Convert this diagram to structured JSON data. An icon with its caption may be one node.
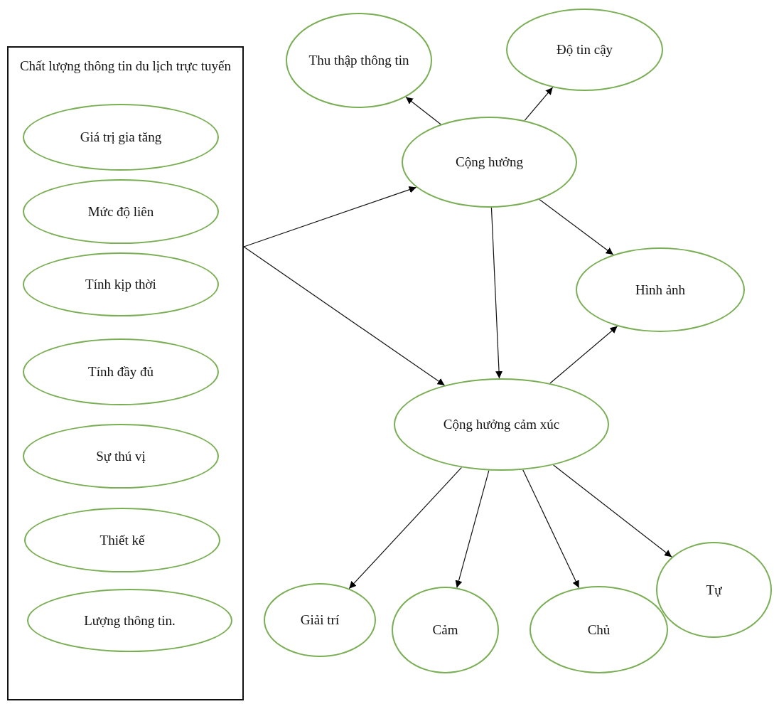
{
  "diagram": {
    "nodes": [
      {
        "text": [
          "Chất lượng thông tin du lịch trực tuyến"
        ]
      },
      {
        "text": [
          "Giá trị gia tăng"
        ],
        "in": 0
      },
      {
        "text": [
          "Mức độ liên"
        ],
        "in": 0
      },
      {
        "text": [
          "Tính kịp thời"
        ],
        "in": 0
      },
      {
        "text": [
          "Tính đầy đủ"
        ],
        "in": 0
      },
      {
        "text": [
          "Sự thú vị"
        ],
        "in": 0
      },
      {
        "text": [
          "Thiết kế"
        ],
        "in": 0
      },
      {
        "text": [
          "Lượng thông tin."
        ],
        "in": 0
      },
      {
        "text": [
          "Thu thập thông tin"
        ]
      },
      {
        "text": [
          "Độ tin cậy"
        ]
      },
      {
        "text": [
          "Cộng hưởng"
        ]
      },
      {
        "text": [
          "Hình ảnh"
        ]
      },
      {
        "text": [
          "Cộng hưởng cảm xúc"
        ]
      },
      {
        "text": [
          "Giải trí"
        ]
      },
      {
        "text": [
          "Cảm"
        ]
      },
      {
        "text": [
          "Chủ"
        ]
      },
      {
        "text": [
          "Tự"
        ]
      }
    ],
    "edges": [
      {
        "from": 0,
        "to": 10,
        "arrow": "to"
      },
      {
        "from": 0,
        "to": 12,
        "arrow": "to"
      },
      {
        "from": 10,
        "to": 8,
        "arrow": "to"
      },
      {
        "from": 10,
        "to": 9,
        "arrow": "to"
      },
      {
        "from": 10,
        "to": 11,
        "arrow": "to"
      },
      {
        "from": 10,
        "to": 12,
        "arrow": "to"
      },
      {
        "from": 12,
        "to": 11,
        "arrow": "to"
      },
      {
        "from": 12,
        "to": 13,
        "arrow": "to"
      },
      {
        "from": 12,
        "to": 14,
        "arrow": "to"
      },
      {
        "from": 12,
        "to": 15,
        "arrow": "to"
      },
      {
        "from": 12,
        "to": 16,
        "arrow": "to"
      }
    ]
  }
}
